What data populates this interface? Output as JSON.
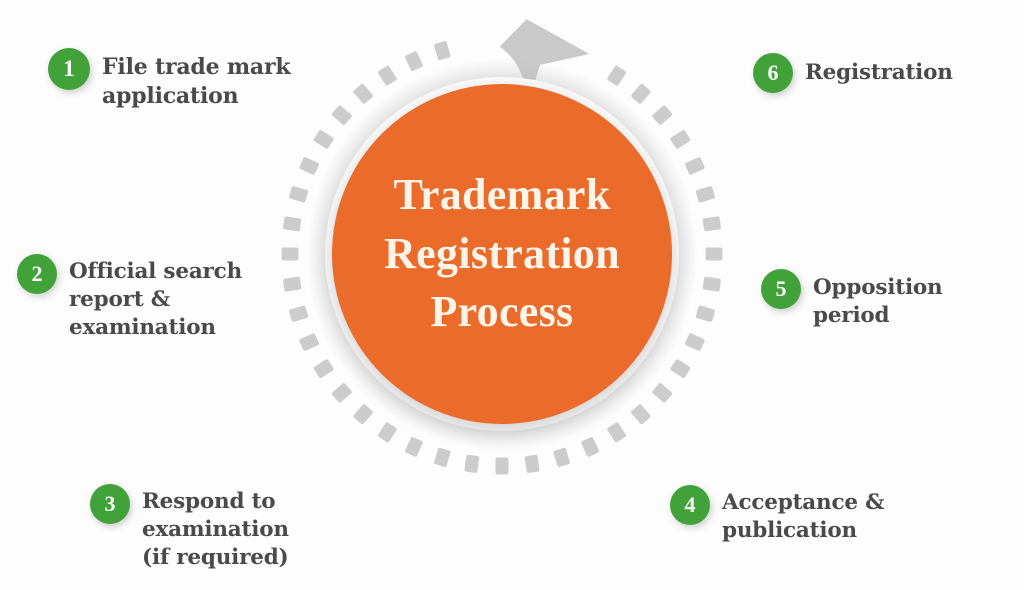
{
  "graphic": {
    "kind": "circular-process-diagram",
    "center": {
      "line1": "Trademark",
      "line2": "Registration",
      "line3": "Process",
      "fill_color": "#EA6B2A",
      "text_color": "#FDF4EA"
    },
    "ring": {
      "style": "dashed",
      "dash_color": "#CCCCCC",
      "dash_count": 44,
      "direction": "clockwise",
      "arrow": "arrowhead-icon"
    },
    "badge_color": "#41A23A",
    "label_color": "#4A4A4A",
    "background_color": "#FDFDFD"
  },
  "steps": [
    {
      "number": "1",
      "label": "File trade mark\napplication"
    },
    {
      "number": "2",
      "label": "Official search\nreport &\nexamination"
    },
    {
      "number": "3",
      "label": "Respond to\nexamination\n(if required)"
    },
    {
      "number": "4",
      "label": "Acceptance &\npublication"
    },
    {
      "number": "5",
      "label": "Opposition\nperiod"
    },
    {
      "number": "6",
      "label": "Registration"
    }
  ]
}
